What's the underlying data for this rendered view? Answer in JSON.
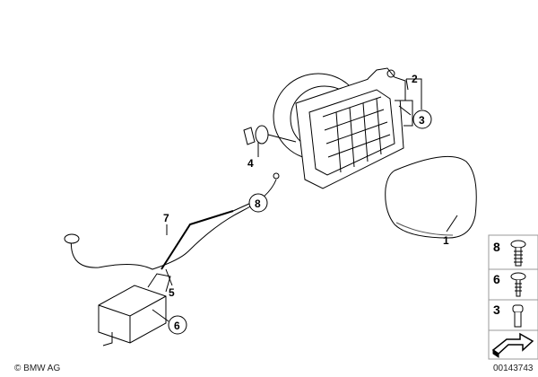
{
  "callouts": [
    {
      "number": "1",
      "circled": false
    },
    {
      "number": "2",
      "circled": false
    },
    {
      "number": "3",
      "circled": true
    },
    {
      "number": "4",
      "circled": false
    },
    {
      "number": "5",
      "circled": false
    },
    {
      "number": "6",
      "circled": true
    },
    {
      "number": "7",
      "circled": false
    },
    {
      "number": "8",
      "circled": true
    }
  ],
  "legend_panel": [
    {
      "number": "8",
      "part": "screw-icon"
    },
    {
      "number": "6",
      "part": "screw-icon"
    },
    {
      "number": "3",
      "part": "pin-icon"
    }
  ],
  "footer": {
    "copyright": "© BMW AG",
    "document_number": "00143743"
  },
  "colors": {
    "line": "#000000",
    "panel_border": "#999999",
    "background": "#ffffff"
  }
}
